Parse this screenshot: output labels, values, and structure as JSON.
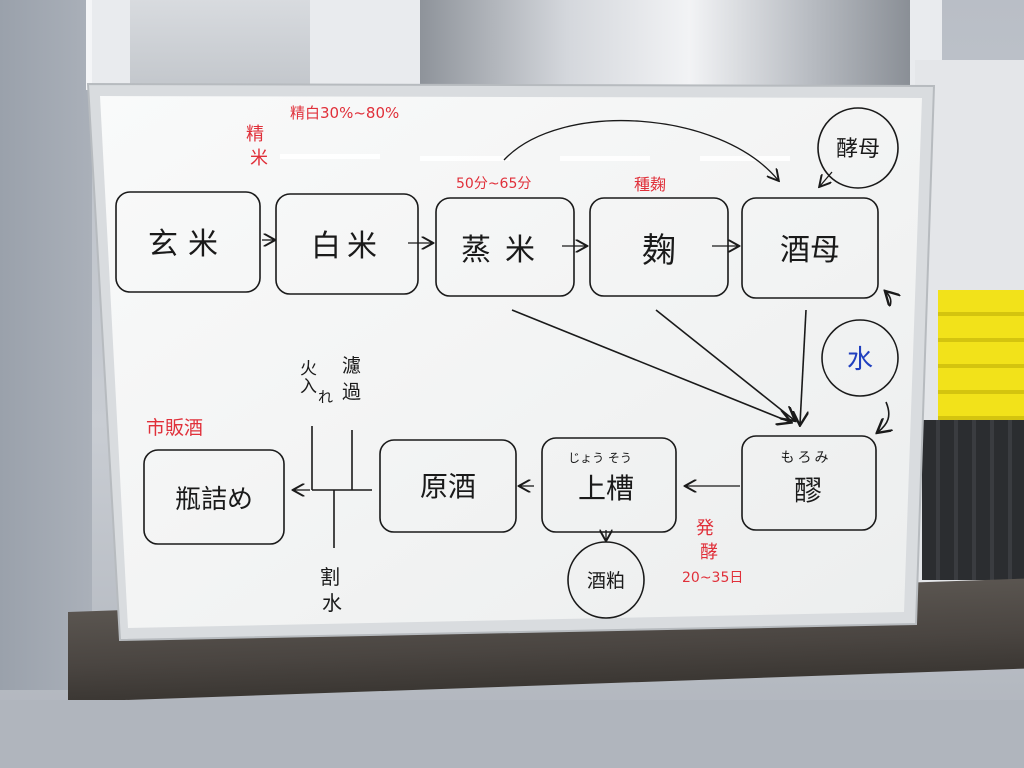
{
  "whiteboard": {
    "top_annotation": "精白30%~80%",
    "side_annotation_line1": "精",
    "side_annotation_line2": "米",
    "steam_annotation": "50分~65分",
    "koji_annotation": "種麹",
    "yeast_circle": "酵母",
    "water_circle": "水",
    "sakekasu_circle": "酒粕",
    "boxes": {
      "genmai": "玄米",
      "hakumai": "白米",
      "mushimai": "蒸米",
      "koji": "麹",
      "shubo": "酒母",
      "moromi_reading": "もろみ",
      "moromi": "醪",
      "joso_reading": "じょう そう",
      "joso": "上槽",
      "genshu": "原酒",
      "binzume": "瓶詰め"
    },
    "fermentation_line1": "発",
    "fermentation_line2": "酵",
    "fermentation_days": "20~35日",
    "commercial_label": "市販酒",
    "hiire_line1": "火",
    "hiire_line2": "入",
    "hiire_line3": "れ",
    "roka_line1": "濾",
    "roka_line2": "過",
    "warimizu_line1": "割",
    "warimizu_line2": "水"
  },
  "colors": {
    "ink_black": "#1a1a1a",
    "ink_red": "#e0303a",
    "ink_blue": "#1f3fbf",
    "board": "#f7f8f8"
  }
}
